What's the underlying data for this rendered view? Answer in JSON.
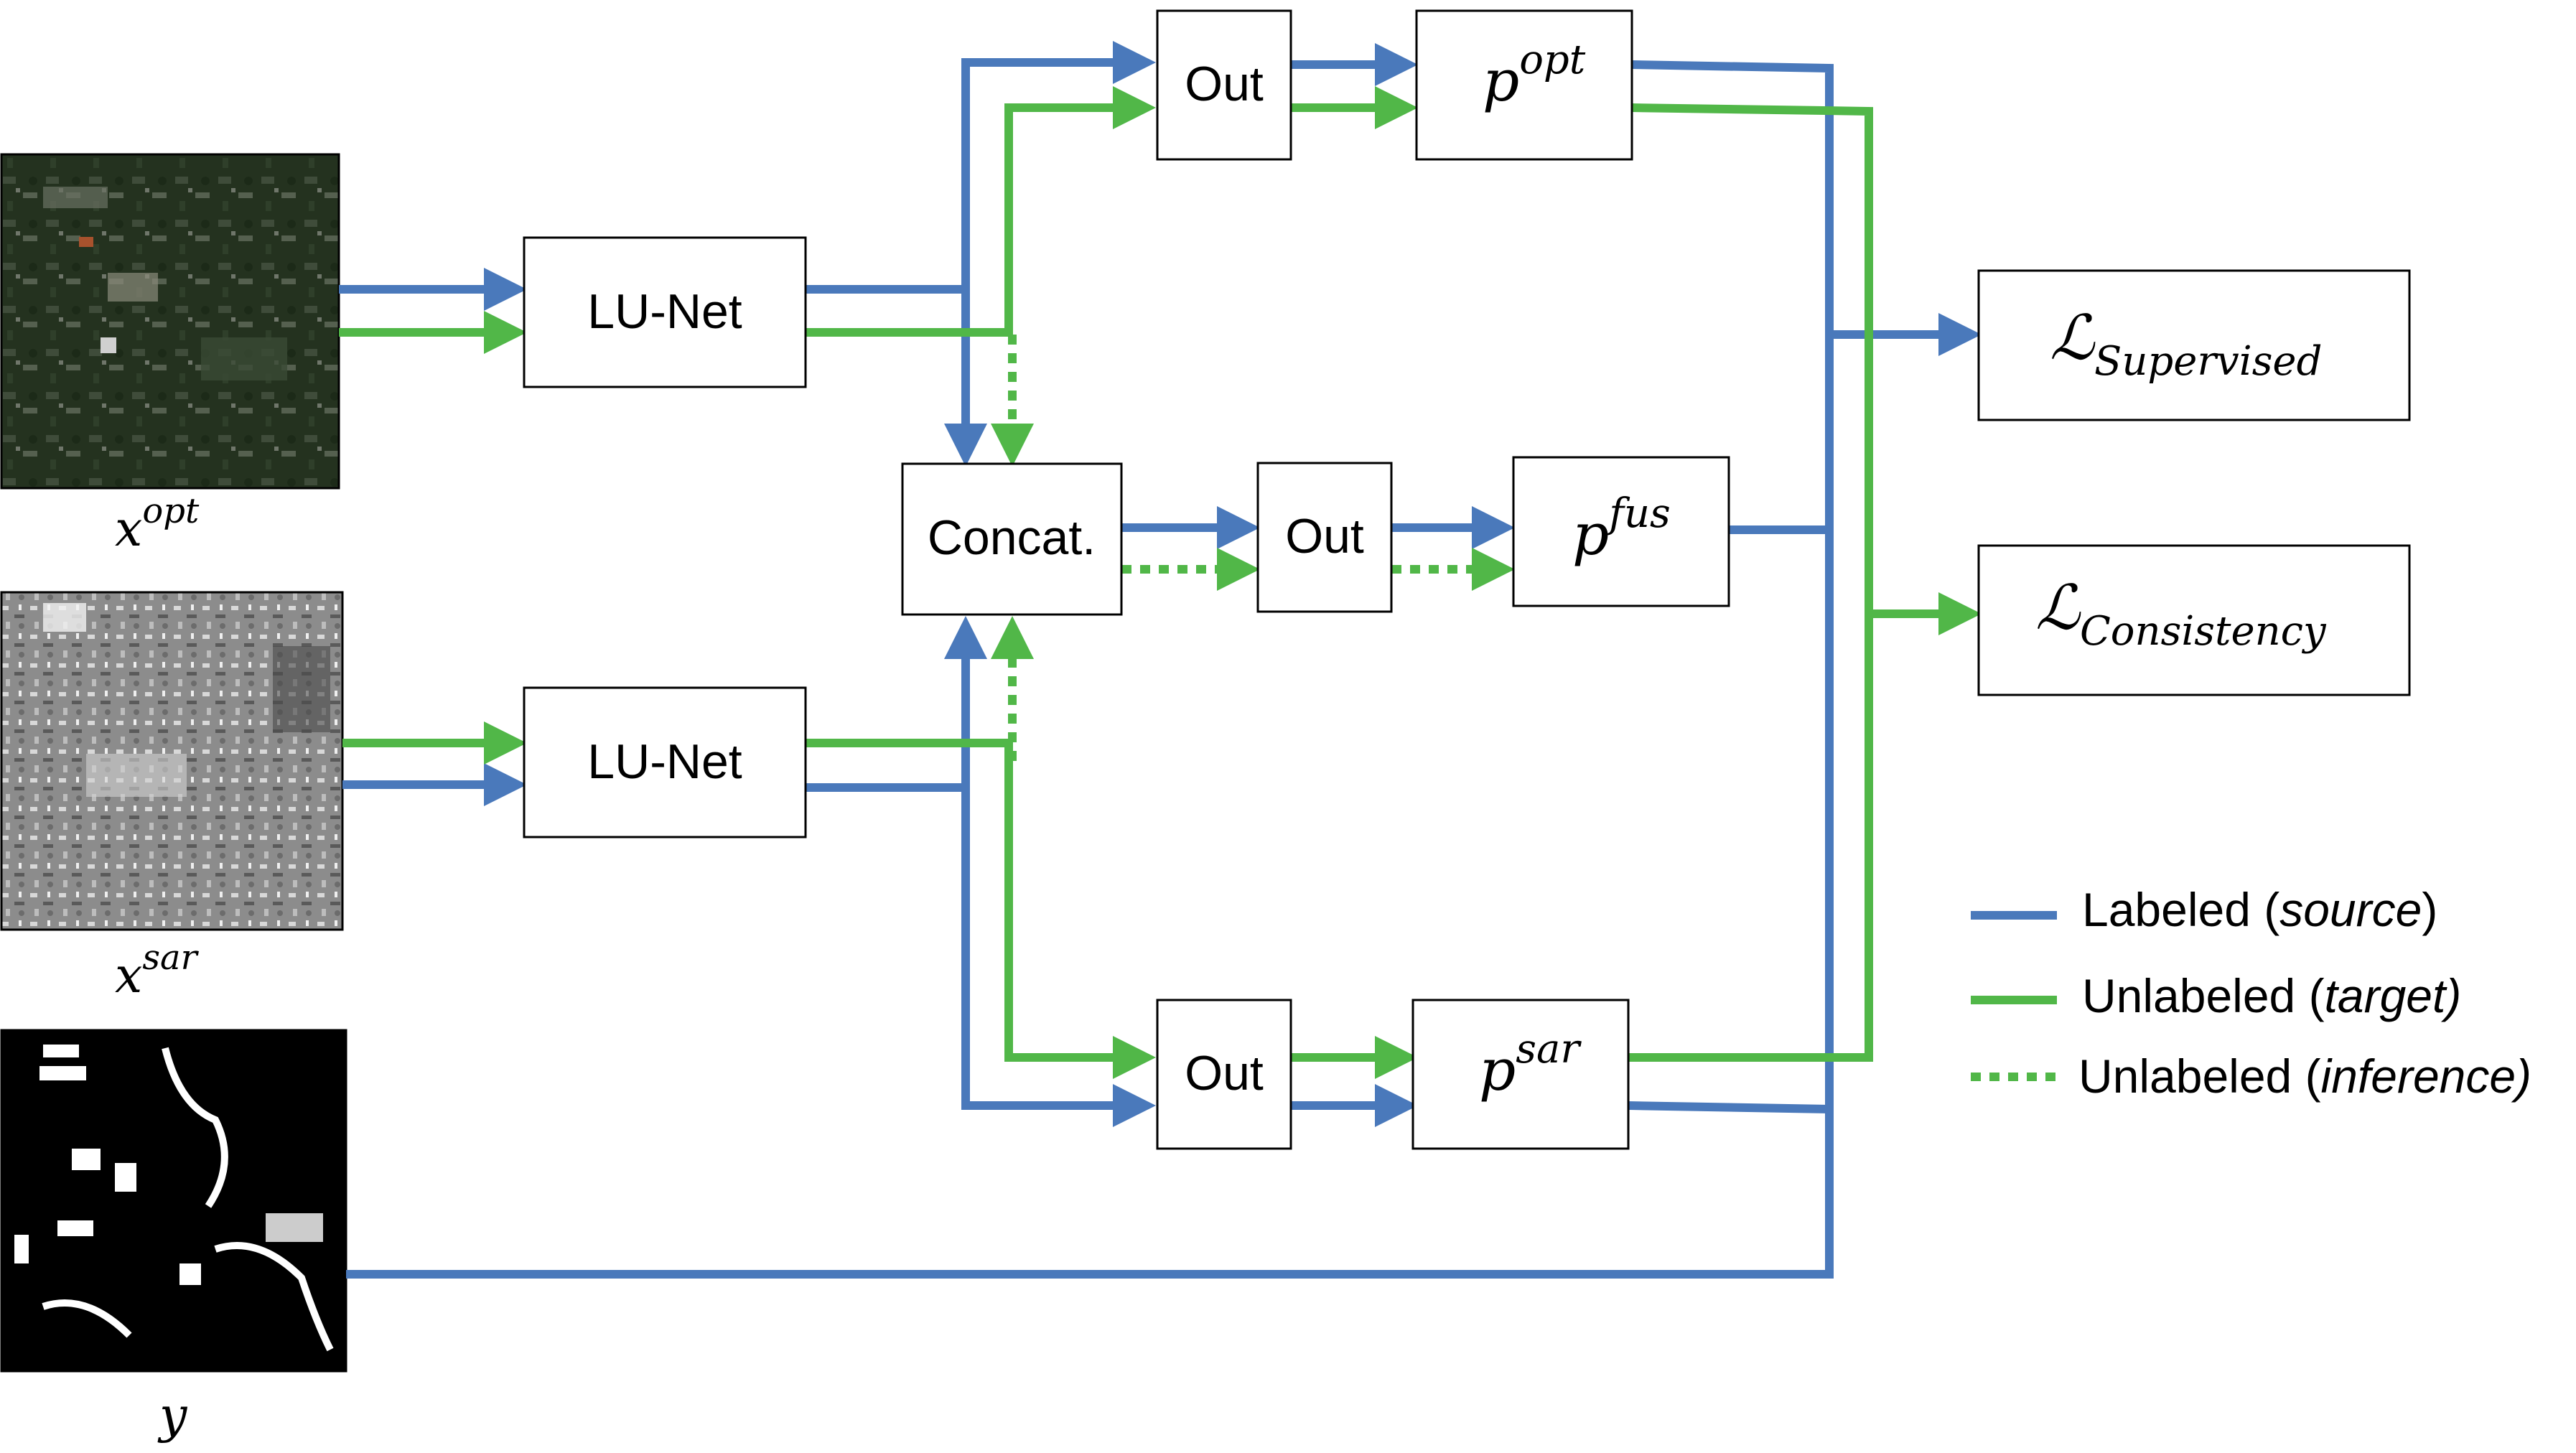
{
  "colors": {
    "labeled": "#4a79bb",
    "unlabeled": "#51b748"
  },
  "inputs": {
    "opt_label": "x",
    "opt_sup": "opt",
    "sar_label": "x",
    "sar_sup": "sar",
    "y_label": "y"
  },
  "blocks": {
    "lunet_top": "LU-Net",
    "lunet_bottom": "LU-Net",
    "concat": "Concat.",
    "out_top": "Out",
    "out_mid": "Out",
    "out_bottom": "Out"
  },
  "outputs": {
    "p_opt_base": "p",
    "p_opt_sup": "opt",
    "p_fus_base": "p",
    "p_fus_sup": "fus",
    "p_sar_base": "p",
    "p_sar_sup": "sar"
  },
  "losses": {
    "supervised_symbol": "ℒ",
    "supervised_sub": "Supervised",
    "consistency_symbol": "ℒ",
    "consistency_sub": "Consistency"
  },
  "legend": {
    "labeled": "Labeled (",
    "labeled_em": "source",
    "labeled_end": ")",
    "unlabeled": "Unlabeled (",
    "unlabeled_em": "target)",
    "inference": "Unlabeled (",
    "inference_em": "inference)"
  }
}
